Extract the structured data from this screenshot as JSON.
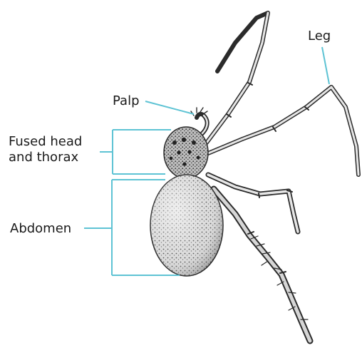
{
  "labels": {
    "leg": "Leg",
    "palp": "Palp",
    "fused_line1": "Fused head",
    "fused_line2": "and thorax",
    "abdomen": "Abdomen"
  },
  "colors": {
    "leader": "#5ec3d4",
    "ink": "#2b2b2b",
    "body_fill": "#d9d9d9",
    "background": "#ffffff"
  }
}
